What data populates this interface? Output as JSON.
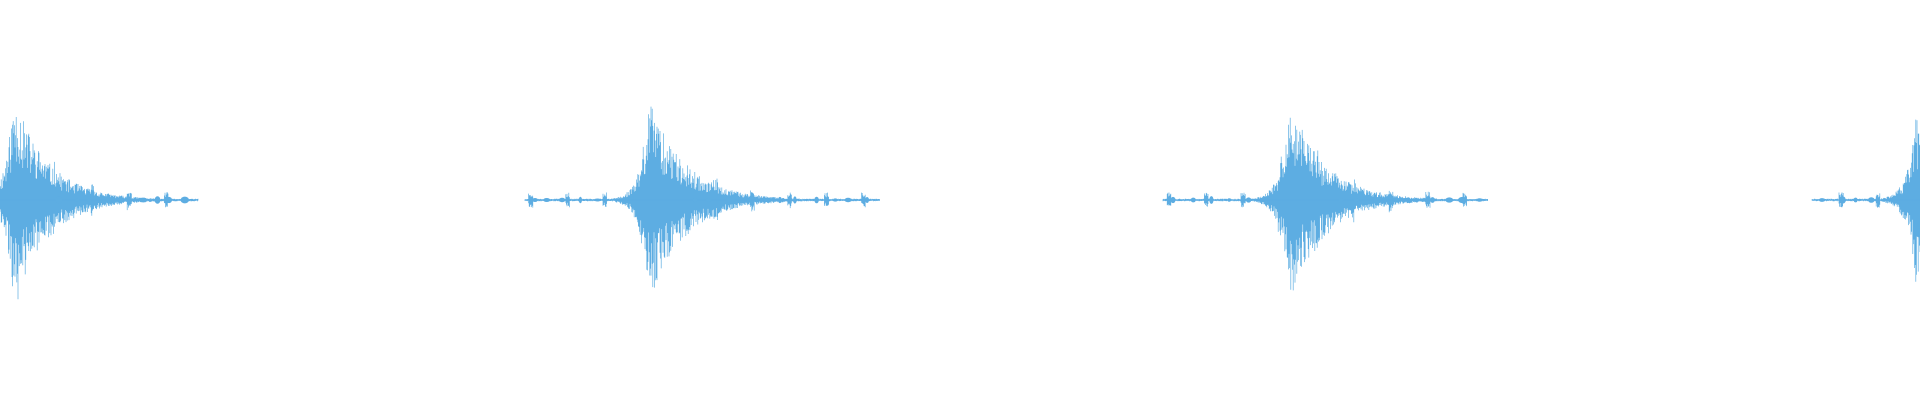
{
  "waveform": {
    "color": "#5dade2",
    "background": "#ffffff",
    "bursts": [
      {
        "name": "burst-1",
        "peak": 1.0,
        "decay": 0.55,
        "tail_level": 0.05
      },
      {
        "name": "burst-2",
        "peak": 0.97,
        "decay": 0.6,
        "tail_level": 0.05
      },
      {
        "name": "burst-3",
        "peak": 0.95,
        "decay": 0.6,
        "tail_level": 0.05
      },
      {
        "name": "burst-4",
        "peak": 0.75,
        "decay": 0.7,
        "tail_level": 0.05
      }
    ]
  }
}
